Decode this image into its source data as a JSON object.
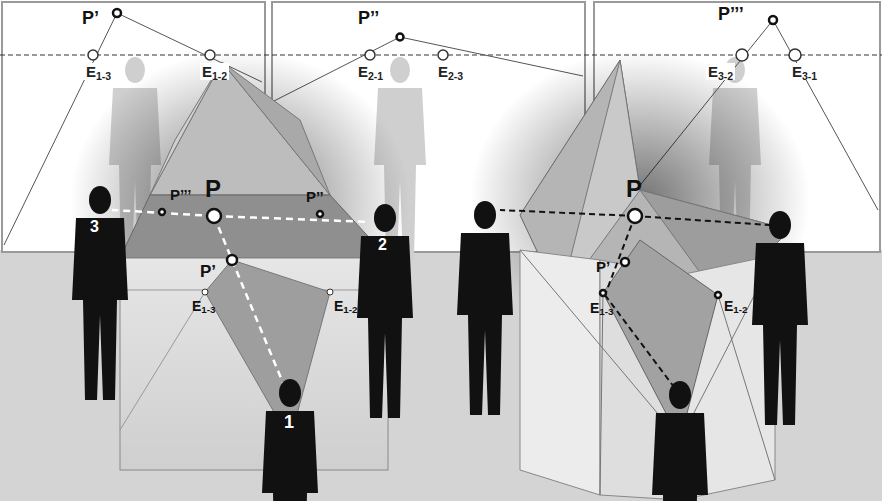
{
  "diagram": {
    "labels": [
      "P’",
      "E1-3",
      "E1-2",
      "P’’",
      "E2-1",
      "E2-3",
      "P’’’",
      "E3-2",
      "E3-1",
      "P",
      "P’’’",
      "P’’",
      "3",
      "2",
      "P’",
      "E1-3",
      "E1-2",
      "1",
      "P",
      "P’",
      "E1-3",
      "E1-2"
    ]
  }
}
